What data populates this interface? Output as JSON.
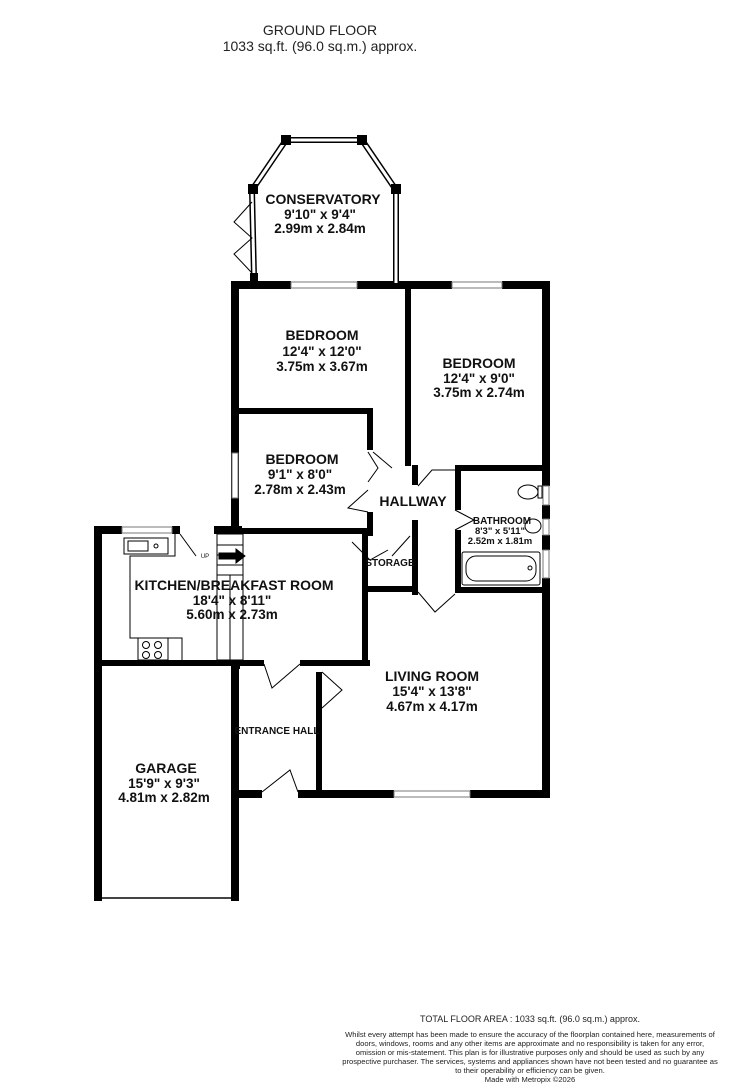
{
  "header": {
    "floor": "GROUND FLOOR",
    "area": "1033 sq.ft. (96.0 sq.m.) approx."
  },
  "rooms": {
    "conservatory": {
      "name": "CONSERVATORY",
      "imperial": "9'10\"  x 9'4\"",
      "metric": "2.99m  x 2.84m"
    },
    "bedroom1": {
      "name": "BEDROOM",
      "imperial": "12'4\"  x 12'0\"",
      "metric": "3.75m  x 3.67m"
    },
    "bedroom2": {
      "name": "BEDROOM",
      "imperial": "12'4\"  x 9'0\"",
      "metric": "3.75m  x 2.74m"
    },
    "bedroom3": {
      "name": "BEDROOM",
      "imperial": "9'1\"  x 8'0\"",
      "metric": "2.78m  x 2.43m"
    },
    "hallway": {
      "name": "HALLWAY"
    },
    "bathroom": {
      "name": "BATHROOM",
      "imperial": "8'3\"  x 5'11\"",
      "metric": "2.52m  x 1.81m"
    },
    "storage": {
      "name": "STORAGE"
    },
    "kitchen": {
      "name": "KITCHEN/BREAKFAST ROOM",
      "imperial": "18'4\"  x 8'11\"",
      "metric": "5.60m  x 2.73m"
    },
    "living": {
      "name": "LIVING ROOM",
      "imperial": "15'4\"  x 13'8\"",
      "metric": "4.67m  x 4.17m"
    },
    "entrance": {
      "name": "ENTRANCE HALL"
    },
    "garage": {
      "name": "GARAGE",
      "imperial": "15'9\"  x 9'3\"",
      "metric": "4.81m  x 2.82m"
    }
  },
  "annotations": {
    "up": "UP"
  },
  "footer": {
    "total": "TOTAL FLOOR AREA : 1033 sq.ft. (96.0 sq.m.) approx.",
    "disclaimer": "Whilst every attempt has been made to ensure the accuracy of the floorplan contained here, measurements of doors, windows, rooms and any other items are approximate and no responsibility is taken for any error, omission or mis-statement. This plan is for illustrative purposes only and should be used as such by any prospective purchaser. The services, systems and appliances shown have not been tested and no guarantee as to their operability or efficiency can be given.",
    "credit": "Made with Metropix ©2026"
  }
}
